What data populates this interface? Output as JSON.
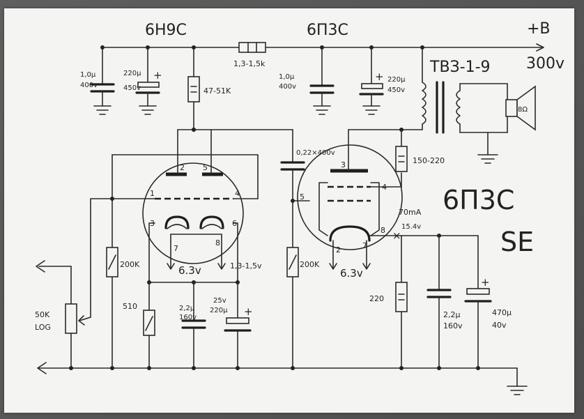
{
  "tube_1_label": "6Н9С",
  "tube_2_label": "6П3С",
  "supply_plus": "+B",
  "supply_voltage": "300v",
  "transformer": "ТВЗ-1-9",
  "speaker_ohms": "8Ω",
  "title_line_1": "6П3С",
  "title_line_2": "SE",
  "series_resistor": "1,3-1,5k",
  "cap_filter_1_value": "1,0μ",
  "cap_filter_1_voltage": "400v",
  "cap_filter_2_value": "220μ",
  "cap_filter_2_voltage": "450v",
  "anode_resistor": "47-51K",
  "cap_filter_3_value": "1,0μ",
  "cap_filter_3_voltage": "400v",
  "cap_filter_4_value": "220μ",
  "cap_filter_4_voltage": "450v",
  "coupling_cap": "0,22×400v",
  "screen_resistor": "150-220",
  "grid_resistor_1": "200K",
  "grid_resistor_2": "200K",
  "heater_1": "6.3v",
  "heater_2": "6.3v",
  "heater_voltage_drop": "1,3-1,5v",
  "current_label": "70mA",
  "cathode_voltage": "15.4v",
  "cathode_resistor_1": "510",
  "cathode_cap_1_value": "2,2μ",
  "cathode_cap_1_voltage": "160v",
  "cathode_cap_2_voltage": "25v",
  "cathode_cap_2_value": "220μ",
  "cathode_resistor_2": "220",
  "cathode_cap_3_value": "2,2μ",
  "cathode_cap_3_voltage": "160v",
  "cathode_cap_4_value": "470μ",
  "cathode_cap_4_voltage": "40v",
  "volume_pot_value": "50K",
  "volume_pot_taper": "LOG",
  "polarity_plus": "+",
  "pins": {
    "t1_p2": "2",
    "t1_p5": "5",
    "t1_p1": "1",
    "t1_p4": "4",
    "t1_p3": "3",
    "t1_p6": "6",
    "t1_p7": "7",
    "t1_p8": "8",
    "t2_p3": "3",
    "t2_p4": "4",
    "t2_p5": "5",
    "t2_p8": "8",
    "t2_p2": "2",
    "t2_p7": "7"
  },
  "colors": {
    "ink": "#222222",
    "paper": "#f4f4f2",
    "background": "#555555"
  }
}
